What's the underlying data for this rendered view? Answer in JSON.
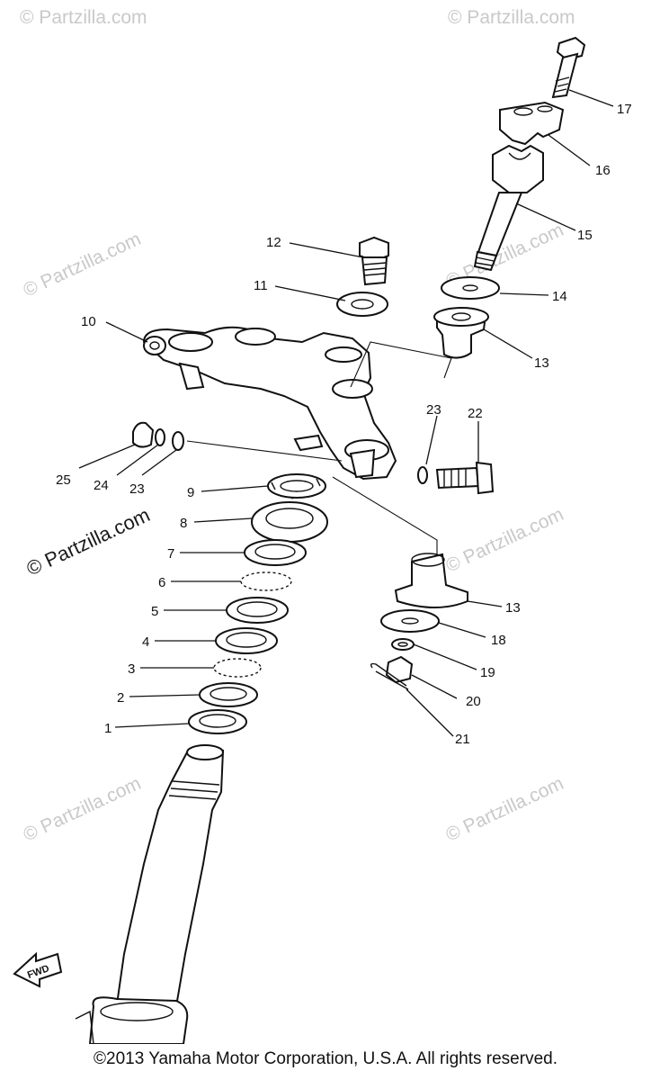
{
  "watermarks": {
    "light": "© Partzilla.com",
    "strong": "© Partzilla.com"
  },
  "callouts": [
    "1",
    "2",
    "3",
    "4",
    "5",
    "6",
    "7",
    "8",
    "9",
    "10",
    "11",
    "12",
    "13",
    "13",
    "14",
    "15",
    "16",
    "17",
    "18",
    "19",
    "20",
    "21",
    "22",
    "23",
    "23",
    "24",
    "25"
  ],
  "fwd_label": "FWD",
  "copyright": "©2013 Yamaha Motor Corporation, U.S.A. All rights reserved."
}
